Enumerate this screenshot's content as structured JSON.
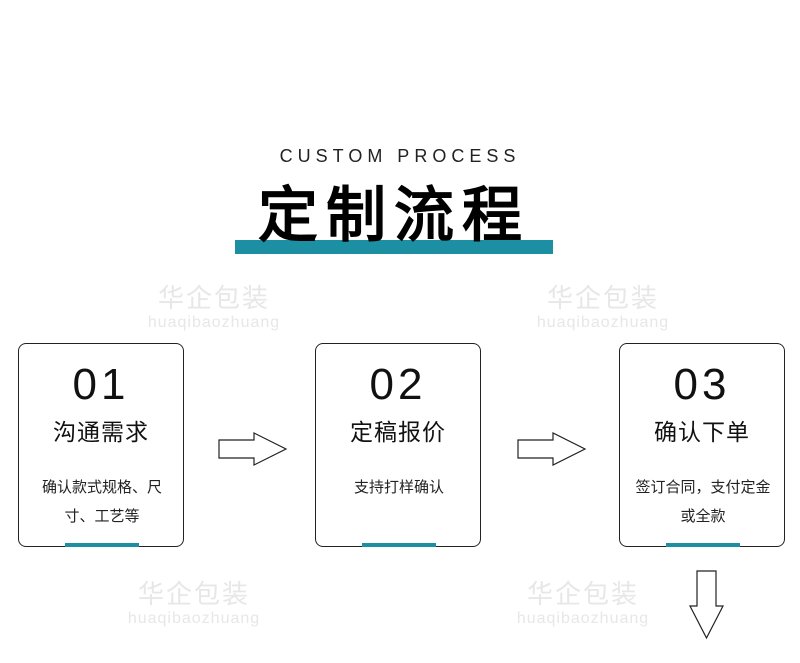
{
  "header": {
    "subtitle": "CUSTOM PROCESS",
    "title": "定制流程",
    "accent_color": "#1d8fa3"
  },
  "watermarks": [
    {
      "cn": "华企包装",
      "en": "huaqibaozhuang"
    },
    {
      "cn": "华企包装",
      "en": "huaqibaozhuang"
    },
    {
      "cn": "华企包装",
      "en": "huaqibaozhuang"
    },
    {
      "cn": "华企包装",
      "en": "huaqibaozhuang"
    }
  ],
  "steps": [
    {
      "number": "01",
      "title": "沟通需求",
      "description": "确认款式规格、尺寸、工艺等"
    },
    {
      "number": "02",
      "title": "定稿报价",
      "description": "支持打样确认"
    },
    {
      "number": "03",
      "title": "确认下单",
      "description": "签订合同，支付定金或全款"
    }
  ],
  "arrows": [
    {
      "direction": "right",
      "icon": "arrow-right-icon"
    },
    {
      "direction": "right",
      "icon": "arrow-right-icon"
    },
    {
      "direction": "down",
      "icon": "arrow-down-icon"
    }
  ]
}
